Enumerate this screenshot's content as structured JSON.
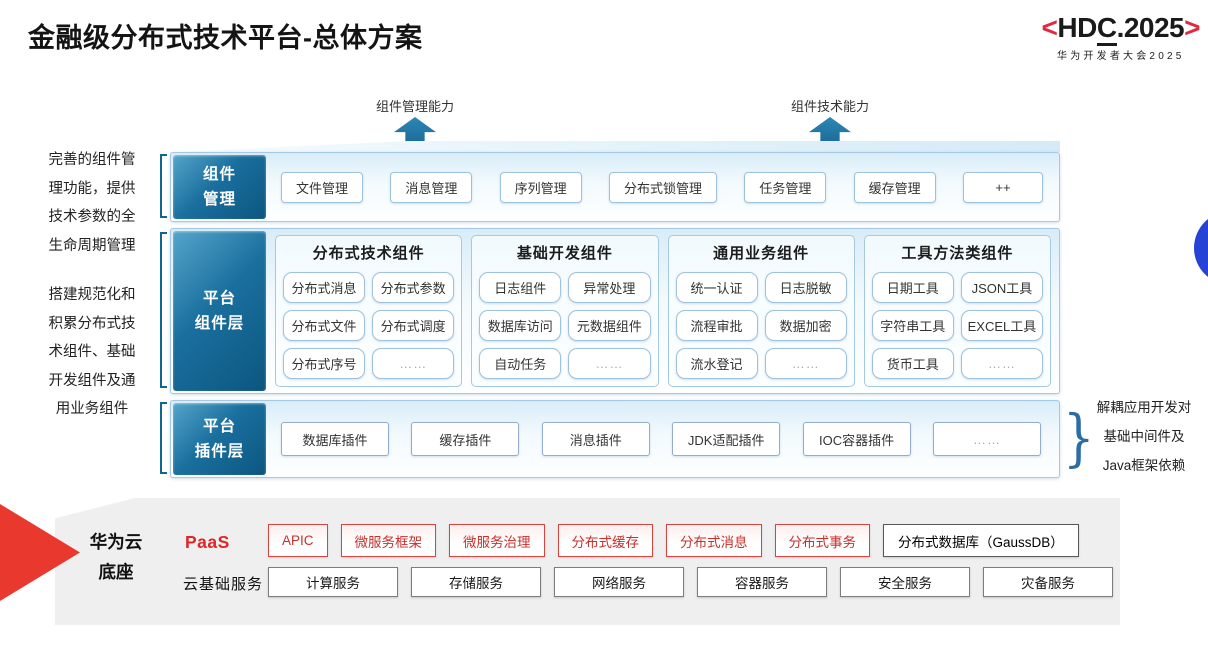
{
  "title": "金融级分布式技术平台-总体方案",
  "logo": {
    "bracket_left": "<",
    "part1": "HD",
    "part2_underlined": "C",
    "part3": ".2025",
    "bracket_right": ">",
    "subtitle": "华为开发者大会2025"
  },
  "arrows": [
    {
      "label": "组件管理能力"
    },
    {
      "label": "组件技术能力"
    }
  ],
  "left_notes": {
    "block1": {
      "lines": [
        "完善的组件管",
        "理功能，提供",
        "技术参数的全",
        "生命周期管理"
      ]
    },
    "block2": {
      "lines": [
        "搭建规范化和",
        "积累分布式技",
        "术组件、基础",
        "开发组件及通",
        "用业务组件"
      ]
    }
  },
  "right_note": {
    "lines": [
      "解耦应用开发对",
      "基础中间件及",
      "Java框架依赖"
    ]
  },
  "icons": {
    "right_brace": "}"
  },
  "rows": {
    "component_mgmt": {
      "label_line1": "组件",
      "label_line2": "管理",
      "items": [
        "文件管理",
        "消息管理",
        "序列管理",
        "分布式锁管理",
        "任务管理",
        "缓存管理",
        "++"
      ]
    },
    "platform_components": {
      "label_line1": "平台",
      "label_line2": "组件层",
      "columns": [
        {
          "title": "分布式技术组件",
          "items": [
            "分布式消息",
            "分布式参数",
            "分布式文件",
            "分布式调度",
            "分布式序号",
            "……"
          ]
        },
        {
          "title": "基础开发组件",
          "items": [
            "日志组件",
            "异常处理",
            "数据库访问",
            "元数据组件",
            "自动任务",
            "……"
          ]
        },
        {
          "title": "通用业务组件",
          "items": [
            "统一认证",
            "日志脱敏",
            "流程审批",
            "数据加密",
            "流水登记",
            "……"
          ]
        },
        {
          "title": "工具方法类组件",
          "items": [
            "日期工具",
            "JSON工具",
            "字符串工具",
            "EXCEL工具",
            "货币工具",
            "……"
          ]
        }
      ]
    },
    "platform_plugins": {
      "label_line1": "平台",
      "label_line2": "插件层",
      "items": [
        "数据库插件",
        "缓存插件",
        "消息插件",
        "JDK适配插件",
        "IOC容器插件",
        "……"
      ]
    }
  },
  "foundation": {
    "label_line1": "华为云",
    "label_line2": "底座",
    "paas": {
      "label": "PaaS",
      "items": [
        "APIC",
        "微服务框架",
        "微服务治理",
        "分布式缓存",
        "分布式消息",
        "分布式事务"
      ],
      "db_item": "分布式数据库（GaussDB）"
    },
    "iaas": {
      "label": "云基础服务",
      "items": [
        "计算服务",
        "存储服务",
        "网络服务",
        "容器服务",
        "安全服务",
        "灾备服务"
      ]
    }
  },
  "colors": {
    "accent_red": "#e02940",
    "label_blue": "#0c5680",
    "arrow_blue": "#1e79a8",
    "nav_circle_blue": "#2543d5"
  }
}
